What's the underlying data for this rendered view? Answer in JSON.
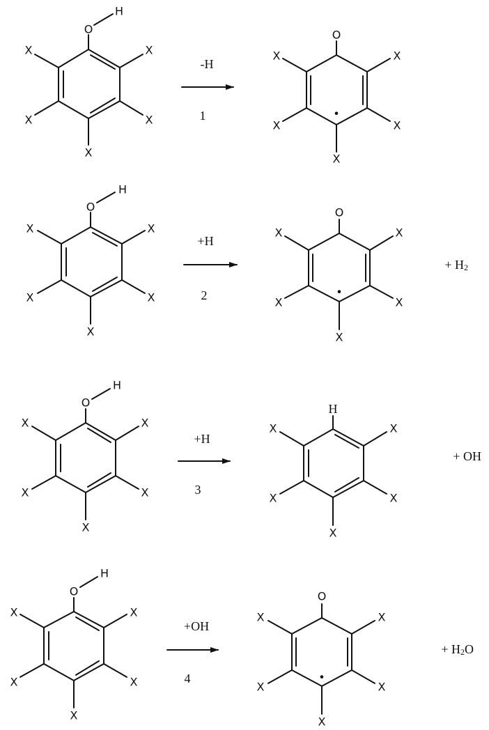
{
  "diagram": {
    "type": "reaction-scheme",
    "substituent_label": "X",
    "reactions": [
      {
        "number": "1",
        "reagent": "-H",
        "reactant": {
          "name": "pentasubstituted-phenol",
          "top_group": "O",
          "top_group_h": "H",
          "substituents": [
            "X",
            "X",
            "X",
            "X",
            "X"
          ]
        },
        "product": {
          "name": "phenoxyl-radical-ketone",
          "top_group": "O",
          "radical_dot": "•",
          "substituents": [
            "X",
            "X",
            "X",
            "X",
            "X"
          ]
        },
        "byproduct": ""
      },
      {
        "number": "2",
        "reagent": "+H",
        "reactant": {
          "name": "pentasubstituted-phenol",
          "top_group": "O",
          "top_group_h": "H",
          "substituents": [
            "X",
            "X",
            "X",
            "X",
            "X"
          ]
        },
        "product": {
          "name": "phenoxyl-radical-ketone",
          "top_group": "O",
          "radical_dot": "•",
          "substituents": [
            "X",
            "X",
            "X",
            "X",
            "X"
          ]
        },
        "byproduct": {
          "prefix": "+ H",
          "subscript": "2",
          "suffix": ""
        }
      },
      {
        "number": "3",
        "reagent": "+H",
        "reactant": {
          "name": "pentasubstituted-phenol",
          "top_group": "O",
          "top_group_h": "H",
          "substituents": [
            "X",
            "X",
            "X",
            "X",
            "X"
          ]
        },
        "product": {
          "name": "pentasubstituted-benzene",
          "top_group": "H",
          "substituents": [
            "X",
            "X",
            "X",
            "X",
            "X"
          ]
        },
        "byproduct": {
          "prefix": "+ OH",
          "subscript": "",
          "suffix": ""
        }
      },
      {
        "number": "4",
        "reagent": "+OH",
        "reactant": {
          "name": "pentasubstituted-phenol",
          "top_group": "O",
          "top_group_h": "H",
          "substituents": [
            "X",
            "X",
            "X",
            "X",
            "X"
          ]
        },
        "product": {
          "name": "phenoxyl-radical-ketone",
          "top_group": "O",
          "radical_dot": "•",
          "substituents": [
            "X",
            "X",
            "X",
            "X",
            "X"
          ]
        },
        "byproduct": {
          "prefix": "+ H",
          "subscript": "2",
          "suffix": "O"
        }
      }
    ]
  }
}
